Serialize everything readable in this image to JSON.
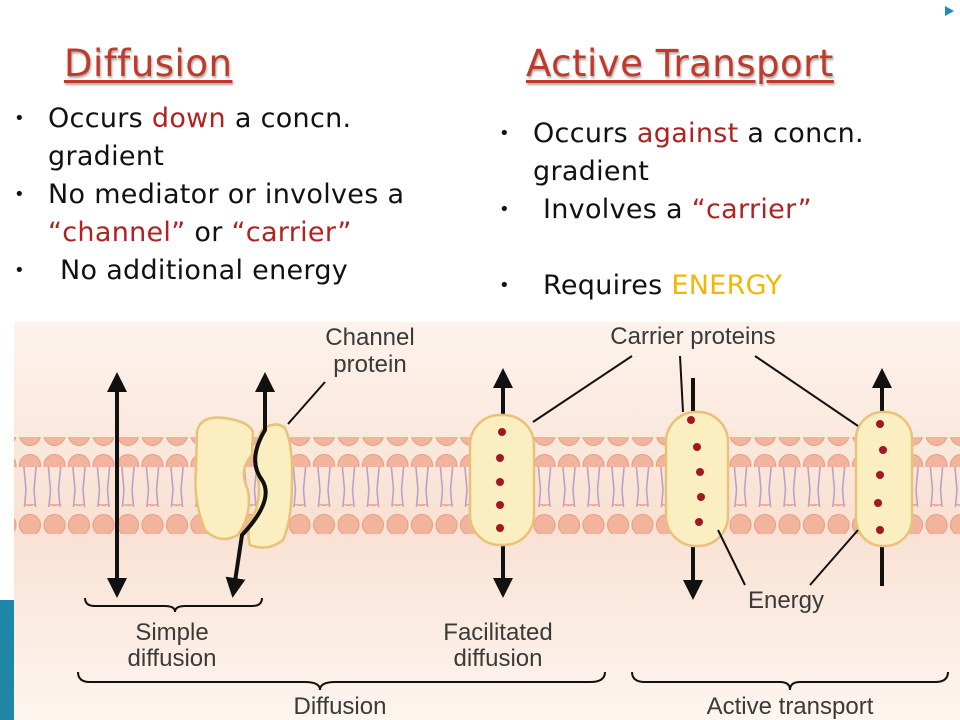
{
  "left": {
    "title": "Diffusion",
    "items": [
      {
        "pre": "Occurs ",
        "hl": "down",
        "post": " a concn. gradient"
      },
      {
        "pre": "No mediator or involves a ",
        "hl1": "“channel”",
        "mid": " or ",
        "hl2": "“carrier”"
      },
      {
        "text": "No additional energy"
      }
    ]
  },
  "right": {
    "title": "Active Transport",
    "items": [
      {
        "pre": "Occurs ",
        "hl": "against",
        "post": " a concn. gradient"
      },
      {
        "pre": "Involves a ",
        "hl": "“carrier”"
      },
      {
        "pre": "Requires ",
        "hl": "ENERGY"
      }
    ]
  },
  "diagram": {
    "channel_label_1": "Channel",
    "channel_label_2": "protein",
    "carrier_label": "Carrier proteins",
    "energy_label": "Energy",
    "simple_1": "Simple",
    "simple_2": "diffusion",
    "facilitated_1": "Facilitated",
    "facilitated_2": "diffusion",
    "diffusion_bracket": "Diffusion",
    "active_bracket": "Active transport"
  },
  "colors": {
    "heading": "#c0392b",
    "highlight": "#b02222",
    "energy": "#f2b705",
    "membrane": "#f0b8a0",
    "protein": "#fbeec0"
  }
}
